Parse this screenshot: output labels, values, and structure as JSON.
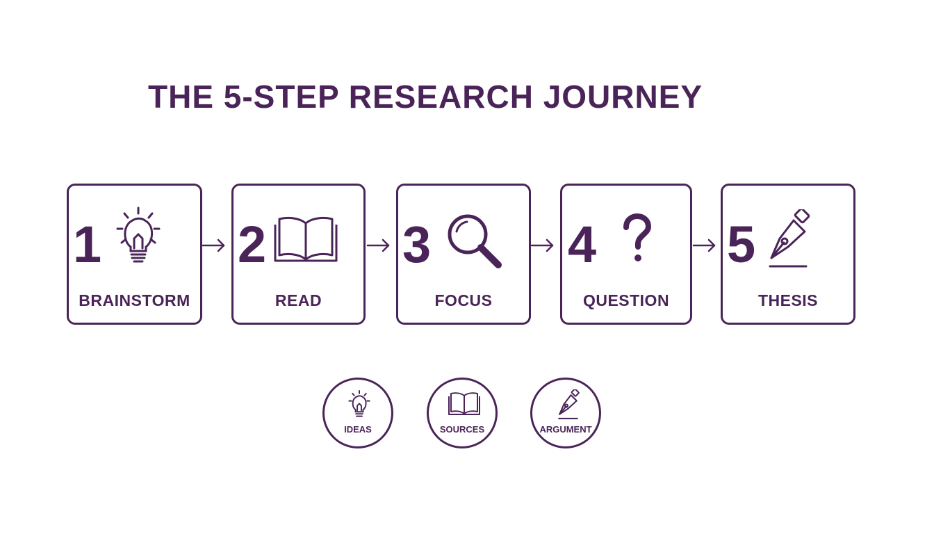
{
  "title": "THE 5-STEP RESEARCH JOURNEY",
  "colors": {
    "accent": "#4a2458",
    "background": "#ffffff"
  },
  "steps": [
    {
      "number": "1",
      "label": "BRAINSTORM",
      "icon": "lightbulb-icon"
    },
    {
      "number": "2",
      "label": "READ",
      "icon": "open-book-icon"
    },
    {
      "number": "3",
      "label": "FOCUS",
      "icon": "magnifying-glass-icon"
    },
    {
      "number": "4",
      "label": "QUESTION",
      "icon": "question-mark-icon"
    },
    {
      "number": "5",
      "label": "THESIS",
      "icon": "fountain-pen-icon"
    }
  ],
  "circles": [
    {
      "label": "IDEAS",
      "icon": "lightbulb-icon"
    },
    {
      "label": "SOURCES",
      "icon": "open-book-icon"
    },
    {
      "label": "ARGUMENT",
      "icon": "fountain-pen-icon"
    }
  ]
}
